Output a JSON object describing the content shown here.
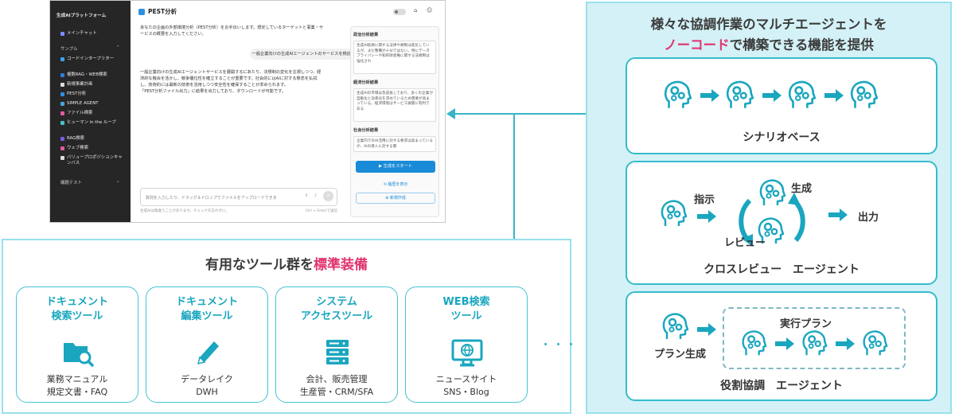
{
  "screenshot": {
    "sidebar": {
      "title": "生成AIプラットフォーム",
      "main_chat": "メインチャット",
      "section_sample": "サンプル",
      "items": [
        {
          "label": "コードインタープリター",
          "color": "#3fa0e8"
        },
        {
          "label": "複数RAG・WEB検索",
          "color": "#2f7fd8"
        },
        {
          "label": "新規事業計画",
          "color": "#dddddd"
        },
        {
          "label": "PEST分析",
          "color": "#2f8fde"
        },
        {
          "label": "SIMPLE AGENT",
          "color": "#4aa3e0"
        },
        {
          "label": "ファイル検索",
          "color": "#e05b9a"
        },
        {
          "label": "ヒューマン in the ループ",
          "color": "#48c0d0"
        },
        {
          "label": "RAG検索",
          "color": "#7a5ae0"
        },
        {
          "label": "ウェブ検索",
          "color": "#e05b9a"
        },
        {
          "label": "バリュープロポジションキャンバス",
          "color": "#dddddd"
        }
      ],
      "section_test": "議題テスト"
    },
    "header_title": "PEST分析",
    "chat_intro_1": "あなたの企画の外部環境分析（PEST分析）をお手伝いします。想定しているターゲットと事業・サ",
    "chat_intro_2": "ービスの概要を入力してください。",
    "user_message": "一般企業向けの生成AIエージェントのサービスを検討しています。",
    "reply_lines": [
      "一般企業向けの生成AIエージェントサービスを展開するにあたり、法規制の変化を注視しつつ、経",
      "済的な機会を活かし、競争優位性を確立することが重要です。社会的にはAIに対する懸念を払拭",
      "し、技術的には最新の技術を活用しつつ安全性を確保することが求められます。",
      "「PEST分析ファイル出力」に結果を出力しており、ダウンロードが可能です。"
    ],
    "input_placeholder": "質問を入力したり、ドラッグ＆ドロップでファイルをアップロードできま",
    "input_note": "生成AIは間違うことがあります。チェックを忘れずに。",
    "input_hint": "Ctrl + Enterで送信",
    "panel": {
      "cards": [
        {
          "title": "政治分析結果",
          "body": "生成AI技術に関する法律や規制は進化しているが、まだ整備が十分ではない。特にデータプライバシーや知的財産権に関する法規制は強化され"
        },
        {
          "title": "経済分析結果",
          "body": "生成AIの市場は急成長しており、多くの企業が自動化と効率化を求めているため需要が高まっている。経済環境はサービス展開に有利である"
        },
        {
          "title": "社会分析結果",
          "body": "企業内でのAI活用に対する要求は高まっているが、AIの導入に対する懸"
        }
      ],
      "start_button": "生成をスタート",
      "history_link": "履歴を表示",
      "new_button": "新規作成"
    }
  },
  "tools_panel": {
    "title_a": "有用なツール群を",
    "title_b": "標準装備",
    "cards": [
      {
        "title": "ドキュメント\n検索ツール",
        "icon": "folder-search-icon",
        "desc": "業務マニュアル\n規定文書・FAQ"
      },
      {
        "title": "ドキュメント\n編集ツール",
        "icon": "pencil-icon",
        "desc": "データレイク\nDWH"
      },
      {
        "title": "システム\nアクセスツール",
        "icon": "server-icon",
        "desc": "会計、販売管理\n生産管・CRM/SFA"
      },
      {
        "title": "WEB検索\nツール",
        "icon": "monitor-globe-icon",
        "desc": "ニュースサイト\nSNS・Blog"
      }
    ],
    "more": "・・・"
  },
  "agents_panel": {
    "title_line1": "様々な協調作業のマルチエージェントを",
    "title_pink": "ノーコード",
    "title_rest": "で構築できる機能を提供",
    "scenario": {
      "label": "シナリオベース"
    },
    "cross": {
      "instruct": "指示",
      "generate": "生成",
      "review": "レビュー",
      "output": "出力",
      "label": "クロスレビュー　エージェント"
    },
    "role": {
      "plan_gen": "プラン生成",
      "exec_plan": "実行プラン",
      "label": "役割協調　エージェント"
    }
  },
  "colors": {
    "accent": "#1aa6bf",
    "pink": "#e0336f",
    "panel_bg": "#d3f1f6",
    "border": "#98e0ea"
  }
}
